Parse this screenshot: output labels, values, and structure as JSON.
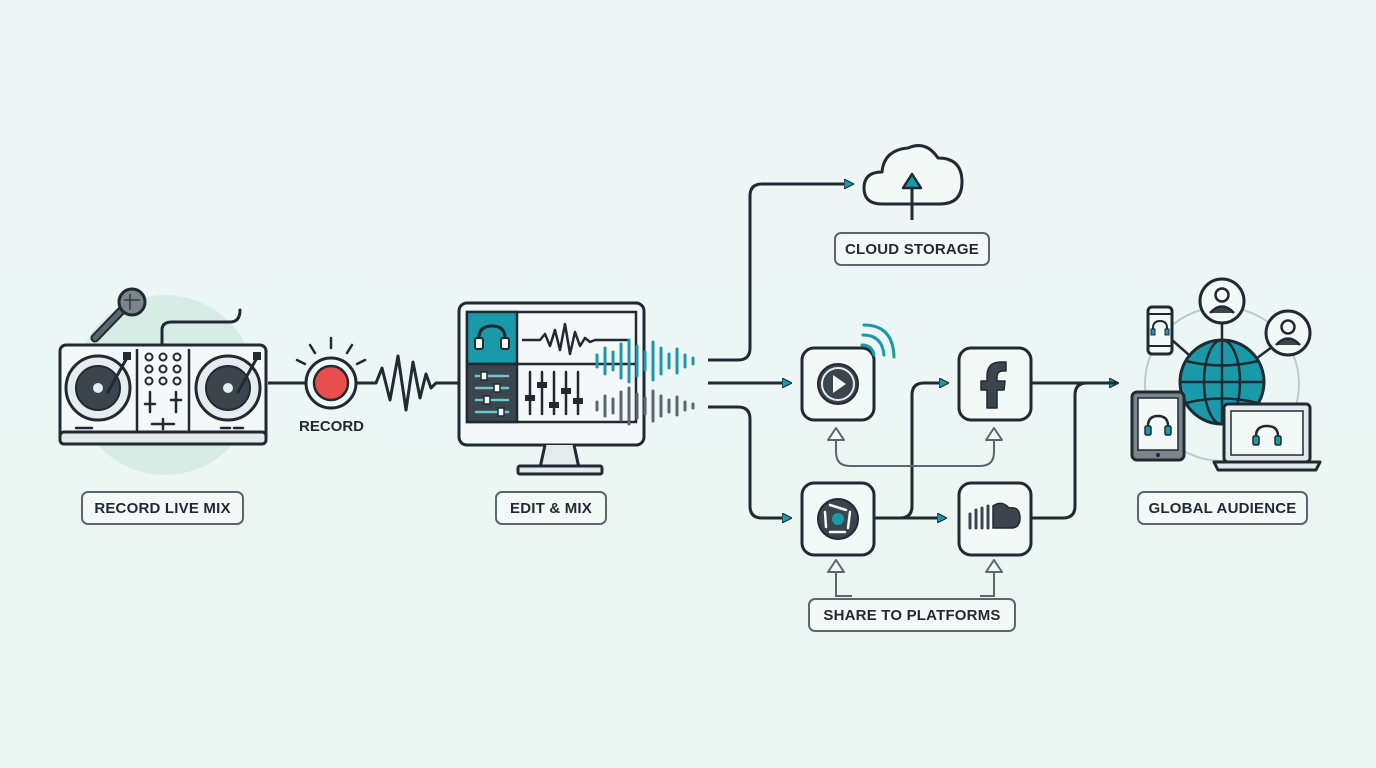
{
  "labels": {
    "record": "RECORD",
    "record_live_mix": "RECORD LIVE MIX",
    "edit_mix": "EDIT & MIX",
    "cloud_storage": "CLOUD STORAGE",
    "share_to_platforms": "SHARE TO PLATFORMS",
    "global_audience": "GLOBAL AUDIENCE"
  },
  "icons": {
    "dj_controller": "dj-controller-icon",
    "microphone": "microphone-icon",
    "record_button": "record-button-icon",
    "editing_monitor": "computer-monitor-icon",
    "cloud_upload": "cloud-upload-icon",
    "video_player": "play-button-icon",
    "camera": "camera-aperture-icon",
    "facebook": "facebook-icon",
    "soundcloud": "soundcloud-icon",
    "globe": "globe-icon",
    "devices": [
      "smartphone-icon",
      "tablet-icon",
      "laptop-icon"
    ],
    "users": [
      "user-icon",
      "user-icon"
    ]
  },
  "colors": {
    "stroke": "#1f2a33",
    "accent": "#1a9aa8",
    "record_red": "#ea4f4f",
    "background": "#eef7f5",
    "highlight_circle": "#d8ece6"
  }
}
